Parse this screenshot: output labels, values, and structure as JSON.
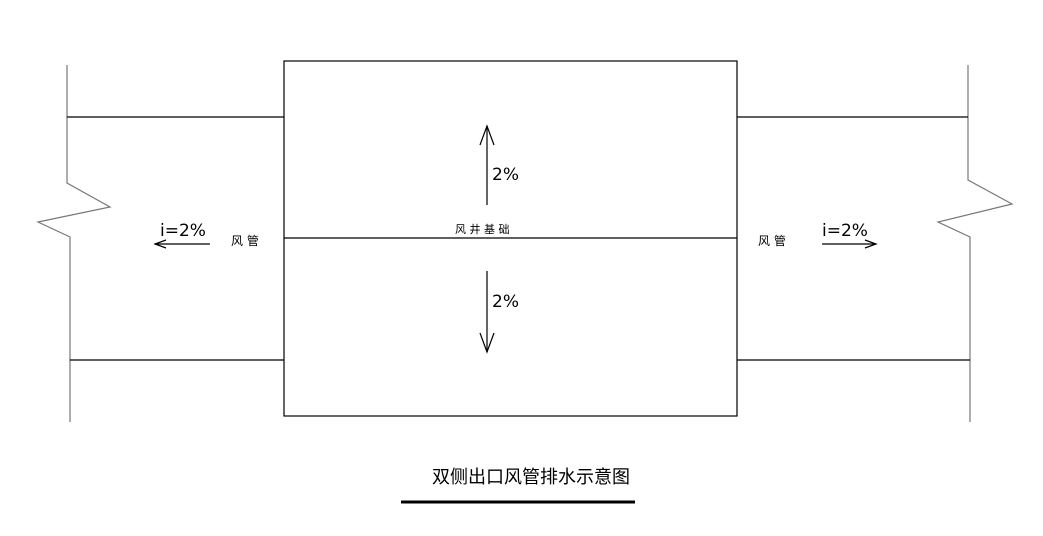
{
  "labels": {
    "left_slope": "i=2%",
    "right_slope": "i=2%",
    "left_duct": "风 管",
    "right_duct": "风 管",
    "shaft_foundation": "风 井 基 础",
    "up_slope": "2%",
    "down_slope": "2%"
  },
  "title": "双侧出口风管排水示意图"
}
